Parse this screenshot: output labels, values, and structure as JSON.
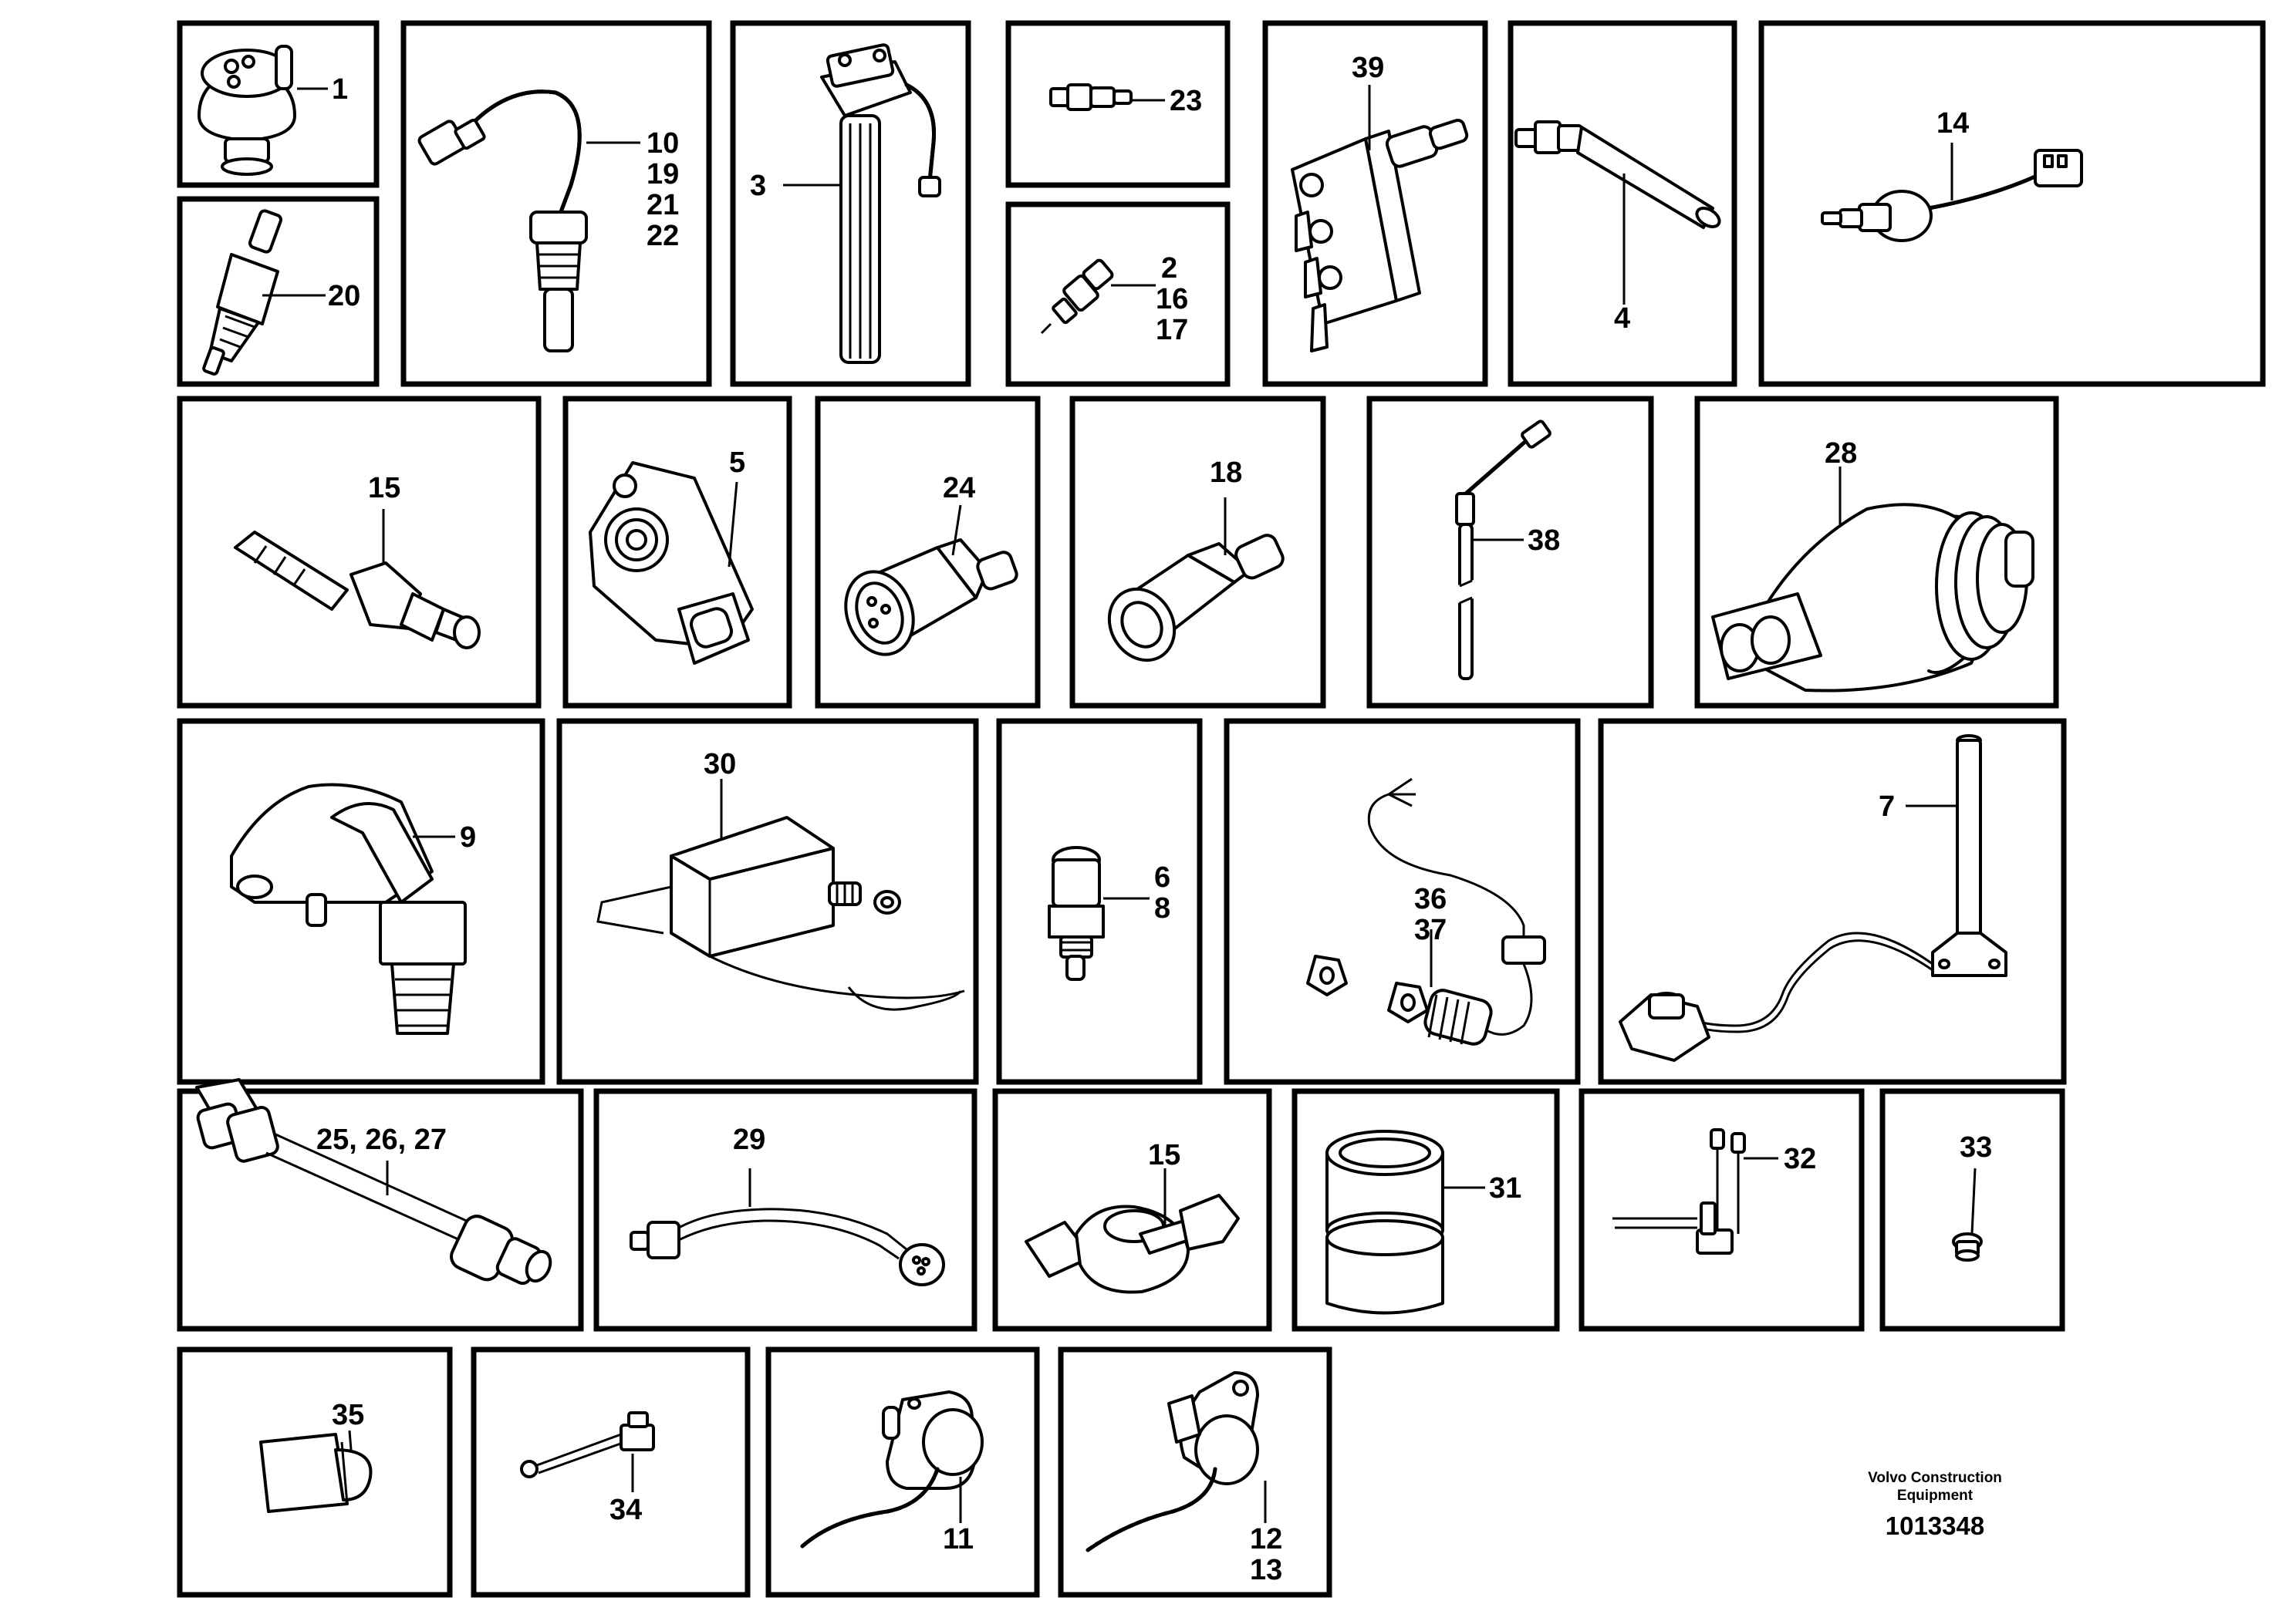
{
  "diagram": {
    "labels": {
      "p1": "1",
      "p20": "20",
      "p10": [
        "10",
        "19",
        "21",
        "22"
      ],
      "p3": "3",
      "p23": "23",
      "p2": [
        "2",
        "16",
        "17"
      ],
      "p39": "39",
      "p4": "4",
      "p14": "14",
      "p15a": "15",
      "p5": "5",
      "p24": "24",
      "p18": "18",
      "p38": "38",
      "p28": "28",
      "p9": "9",
      "p30": "30",
      "p6": [
        "6",
        "8"
      ],
      "p36": [
        "36",
        "37"
      ],
      "p7": "7",
      "p25": "25, 26, 27",
      "p29": "29",
      "p15b": "15",
      "p31": "31",
      "p32": "32",
      "p33": "33",
      "p35": "35",
      "p34": "34",
      "p11": "11",
      "p12": [
        "12",
        "13"
      ]
    }
  },
  "footer": {
    "brand_line1": "Volvo Construction",
    "brand_line2": "Equipment",
    "drawing_number": "1013348"
  }
}
